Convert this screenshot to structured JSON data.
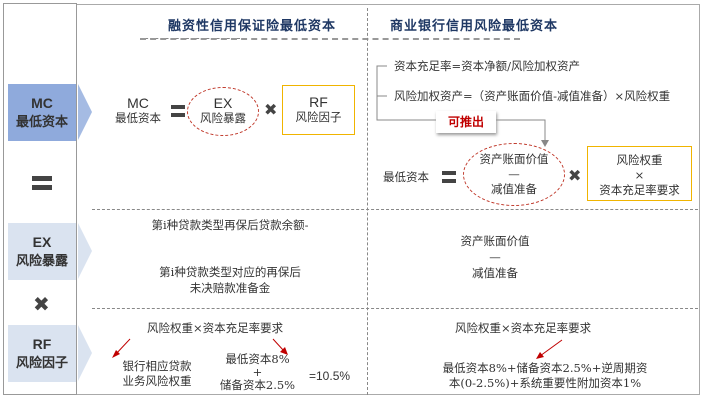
{
  "left": {
    "mc": {
      "abbr": "MC",
      "name": "最低资本"
    },
    "equals_sign": "=",
    "ex": {
      "abbr": "EX",
      "name": "风险暴露"
    },
    "times_sign": "✖",
    "rf": {
      "abbr": "RF",
      "name": "风险因子"
    }
  },
  "left_panel": {
    "title": "融资性信用保证险最低资本",
    "mc_abbr": "MC",
    "mc_name": "最低资本",
    "ex_abbr": "EX",
    "ex_name": "风险暴露",
    "rf_abbr": "RF",
    "rf_name": "风险因子",
    "ex_line1": "第i种贷款类型再保后贷款余额-",
    "ex_line2": "第i种贷款类型对应的再保后",
    "ex_line3": "未决赔款准备金",
    "rf_formula": "风险权重×资本充足率要求",
    "rf_left1": "银行相应贷款",
    "rf_left2": "业务风险权重",
    "rf_mid1": "最低资本8%",
    "rf_plus": "+",
    "rf_mid2": "储备资本2.5%",
    "rf_result": "=10.5%"
  },
  "right_panel": {
    "title": "商业银行信用风险最低资本",
    "formula1": "资本充足率=资本净额/风险加权资产",
    "formula2": "风险加权资产=（资产账面价值-减值准备）×风险权重",
    "derive_label": "可推出",
    "mc_name": "最低资本",
    "ellipse_top": "资产账面价值",
    "minus": "—",
    "ellipse_bottom": "减值准备",
    "box_top": "风险权重",
    "box_times": "×",
    "box_bottom": "资本充足率要求",
    "ex_top": "资产账面价值",
    "ex_minus": "—",
    "ex_bottom": "减值准备",
    "rf_formula": "风险权重×资本充足率要求",
    "rf_detail1": "最低资本8%+储备资本2.5%+逆周期资",
    "rf_detail2": "本(0-2.5%)+系统重要性附加资本1%"
  },
  "colors": {
    "mc_fill": "#8faadc",
    "light_fill": "#dae3f0",
    "title": "#1f3864",
    "accent_red": "#c00000",
    "box_yellow": "#f0b400"
  }
}
